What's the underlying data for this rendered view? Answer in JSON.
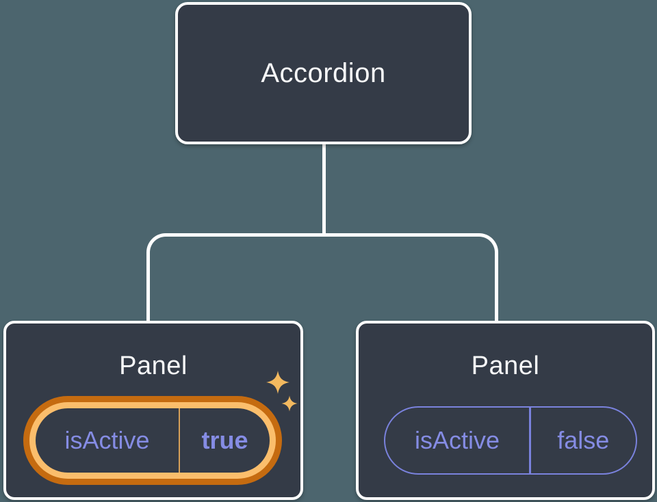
{
  "colors": {
    "background": "#4C656E",
    "node_fill": "#343B47",
    "node_border": "#FFFFFF",
    "connector": "#FFFFFF",
    "title_text": "#F7F8F9",
    "prop_text": "#858CE4",
    "pill_border": "#7A82DD",
    "highlight_outer": "#C56B10",
    "highlight_inner": "#FBBE6C",
    "highlight_divider": "#D6A058",
    "sparkle": "#F3B95F"
  },
  "tree": {
    "root": {
      "label": "Accordion"
    },
    "children": [
      {
        "title": "Panel",
        "prop": {
          "name": "isActive",
          "value": "true"
        },
        "highlighted": true,
        "icon": "sparkles-icon"
      },
      {
        "title": "Panel",
        "prop": {
          "name": "isActive",
          "value": "false"
        },
        "highlighted": false
      }
    ]
  }
}
